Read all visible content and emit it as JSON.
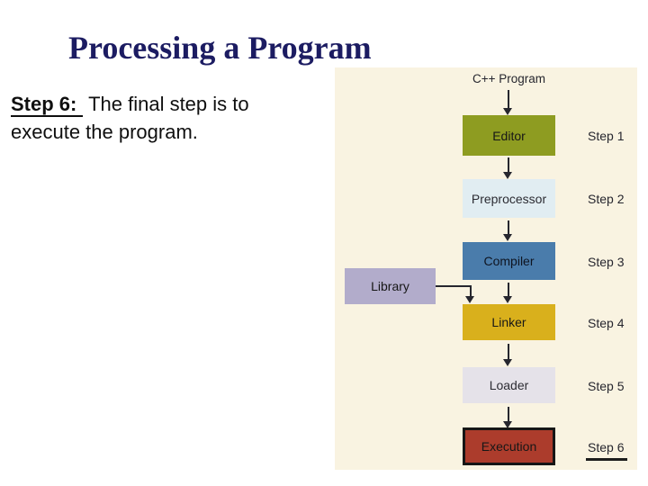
{
  "slide": {
    "title": "Processing a Program",
    "body": {
      "lead": "Step 6:",
      "text": "The final step is to execute the program."
    }
  },
  "diagram": {
    "source_label": "C++ Program",
    "library_label": "Library",
    "current_step": "Step 6",
    "nodes": [
      {
        "label": "Editor",
        "step": "Step 1"
      },
      {
        "label": "Preprocessor",
        "step": "Step 2"
      },
      {
        "label": "Compiler",
        "step": "Step 3"
      },
      {
        "label": "Linker",
        "step": "Step 4"
      },
      {
        "label": "Loader",
        "step": "Step 5"
      },
      {
        "label": "Execution",
        "step": "Step 6"
      }
    ],
    "colors": {
      "panel_background": "#f9f3e1",
      "editor": "#8e9c21",
      "preprocessor": "#e1edf2",
      "compiler": "#4a7cab",
      "linker": "#d9b01c",
      "loader": "#e5e2e9",
      "execution": "#ac3c2c",
      "execution_border": "#161616",
      "library": "#b2accb",
      "arrow": "#26262e",
      "title_text": "#1c1c62",
      "body_text": "#0f0f0f"
    }
  }
}
